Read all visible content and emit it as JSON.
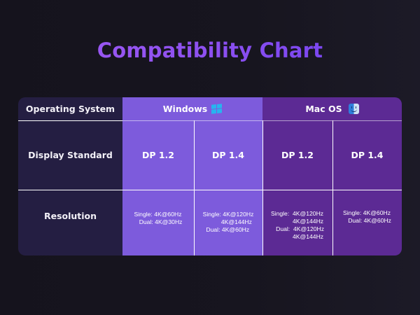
{
  "title": "Compatibility Chart",
  "colors": {
    "background": "#17151f",
    "title_gradient_start": "#a25cf3",
    "title_gradient_end": "#6c3ff0",
    "label_column": "#241e42",
    "windows_column": "#7d5bdc",
    "mac_column": "#5c2a94",
    "divider": "#ffffff"
  },
  "table": {
    "row_labels": [
      "Operating System",
      "Display Standard",
      "Resolution"
    ],
    "os": [
      {
        "name": "Windows",
        "icon": "windows-logo-icon"
      },
      {
        "name": "Mac OS",
        "icon": "mac-finder-icon"
      }
    ],
    "columns": [
      {
        "os": "Windows",
        "standard": "DP 1.2",
        "resolution": "Single: 4K@60Hz\n   Dual: 4K@30Hz"
      },
      {
        "os": "Windows",
        "standard": "DP 1.4",
        "resolution": "Single: 4K@120Hz\n           4K@144Hz\n  Dual: 4K@60Hz"
      },
      {
        "os": "Mac OS",
        "standard": "DP 1.2",
        "resolution": "Single:  4K@120Hz\n             4K@144Hz\n   Dual:  4K@120Hz\n             4K@144Hz"
      },
      {
        "os": "Mac OS",
        "standard": "DP 1.4",
        "resolution": "Single: 4K@60Hz\n   Dual: 4K@60Hz"
      }
    ]
  }
}
